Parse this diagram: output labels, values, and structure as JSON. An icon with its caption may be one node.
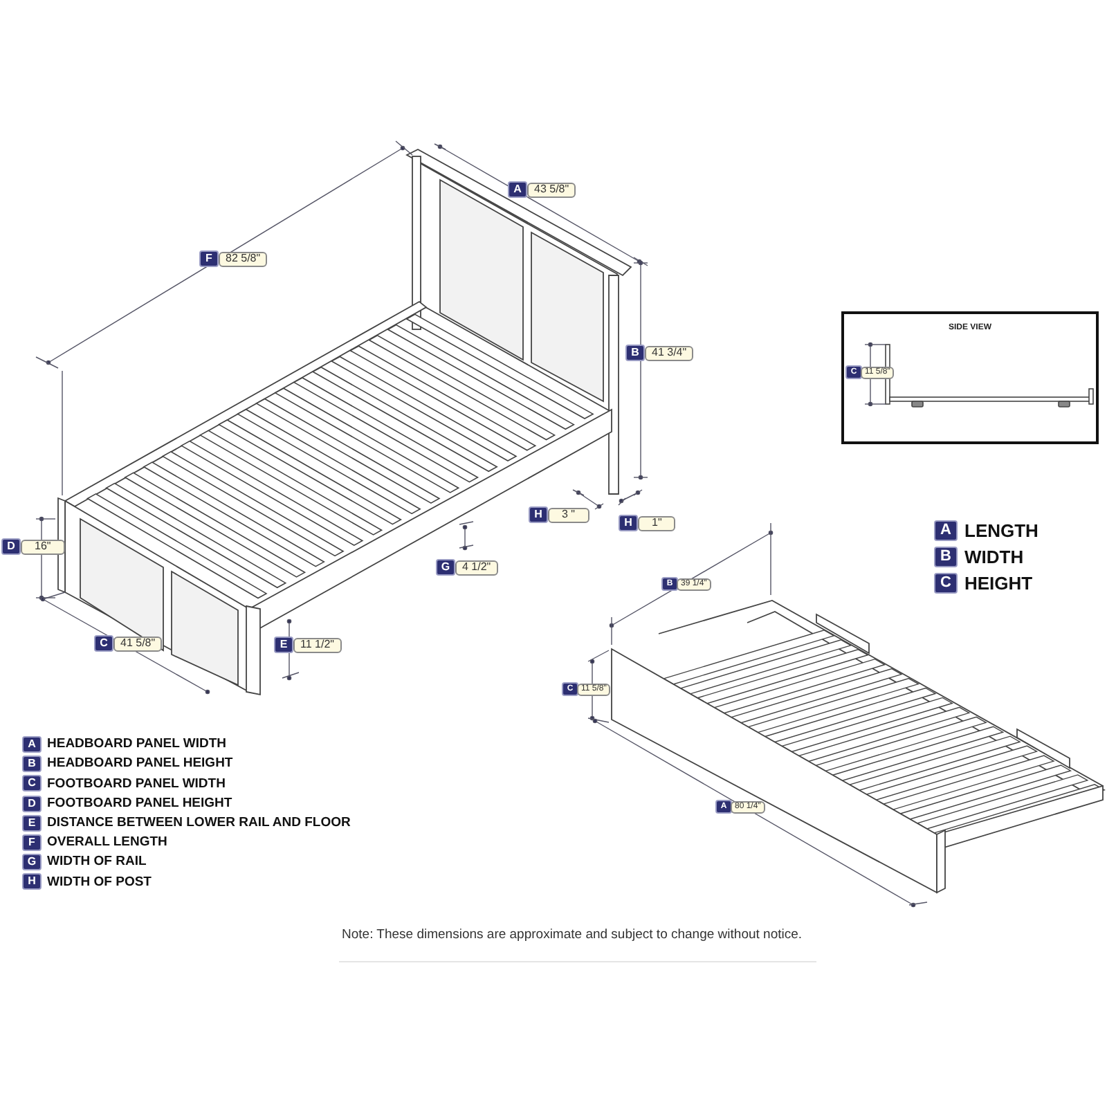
{
  "diagram": {
    "labels": [
      "A",
      "43 5/8\"",
      "F",
      "82 5/8\"",
      "B",
      "41 3/4\"",
      "SIDE VIEW",
      "C",
      "11 5/8\"",
      "D",
      "16\"",
      "H",
      "3 \"",
      "H",
      "1\"",
      "A",
      "LENGTH",
      "B",
      "WIDTH",
      "C",
      "HEIGHT",
      "G",
      "4 1/2\"",
      "B",
      "39 1/4\"",
      "C",
      "41 5/8\"",
      "E",
      "11 1/2\"",
      "C",
      "11 5/8\"",
      "A",
      "HEADBOARD PANEL WIDTH",
      "B",
      "HEADBOARD PANEL HEIGHT",
      "C",
      "FOOTBOARD PANEL WIDTH",
      "D",
      "FOOTBOARD PANEL HEIGHT",
      "E",
      "DISTANCE BETWEEN LOWER RAIL AND FLOOR",
      "F",
      "OVERALL LENGTH",
      "G",
      "WIDTH OF RAIL",
      "H",
      "WIDTH OF POST",
      "A",
      "80 1/4\"",
      "Note:  These dimensions are approximate and subject to change without notice."
    ]
  }
}
